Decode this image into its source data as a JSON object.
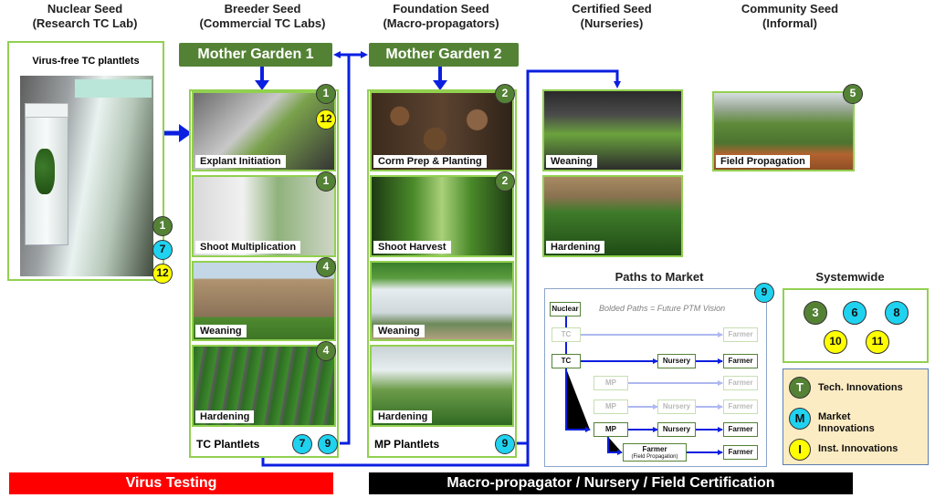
{
  "columns": [
    {
      "title": "Nuclear Seed",
      "subtitle": "(Research TC Lab)"
    },
    {
      "title": "Breeder Seed",
      "subtitle": "(Commercial TC Labs)"
    },
    {
      "title": "Foundation Seed",
      "subtitle": "(Macro-propagators)"
    },
    {
      "title": "Certified Seed",
      "subtitle": "(Nurseries)"
    },
    {
      "title": "Community Seed",
      "subtitle": "(Informal)"
    }
  ],
  "nuclear": {
    "title": "Virus-free TC plantlets",
    "badges": [
      "1",
      "7",
      "12"
    ]
  },
  "mother_gardens": [
    "Mother Garden 1",
    "Mother Garden 2"
  ],
  "breeder_steps": [
    {
      "label": "Explant Initiation",
      "badges": [
        "1",
        "12"
      ]
    },
    {
      "label": "Shoot Multiplication",
      "badges": [
        "1"
      ]
    },
    {
      "label": "Weaning",
      "badges": [
        "4"
      ]
    },
    {
      "label": "Hardening",
      "badges": [
        "4"
      ]
    }
  ],
  "breeder_output": {
    "label": "TC Plantlets",
    "badges": [
      "7",
      "9"
    ]
  },
  "foundation_steps": [
    {
      "label": "Corm Prep & Planting",
      "badges": [
        "2"
      ]
    },
    {
      "label": "Shoot Harvest",
      "badges": [
        "2"
      ]
    },
    {
      "label": "Weaning",
      "badges": []
    },
    {
      "label": "Hardening",
      "badges": []
    }
  ],
  "foundation_output": {
    "label": "MP Plantlets",
    "badges": [
      "9"
    ]
  },
  "certified_steps": [
    {
      "label": "Weaning"
    },
    {
      "label": "Hardening"
    }
  ],
  "community": {
    "label": "Field Propagation",
    "badge": "5"
  },
  "paths_to_market": {
    "title": "Paths to Market",
    "badge": "9",
    "note": "Bolded Paths = Future PTM Vision",
    "nodes": {
      "nuclear": "Nuclear",
      "tc": "TC",
      "mp": "MP",
      "nursery": "Nursery",
      "farmer": "Farmer",
      "farmer_field": "Farmer",
      "farmer_field_sub": "(Field Propagation)"
    }
  },
  "systemwide": {
    "title": "Systemwide",
    "badges": [
      "3",
      "6",
      "8",
      "10",
      "11"
    ]
  },
  "legend": [
    {
      "letter": "T",
      "text": "Tech. Innovations",
      "color": "#548235"
    },
    {
      "letter": "M",
      "text": "Market Innovations",
      "color": "#1fd2f0"
    },
    {
      "letter": "I",
      "text": "Inst. Innovations",
      "color": "#ffff00"
    }
  ],
  "bars": {
    "virus_testing": "Virus Testing",
    "certification": "Macro-propagator / Nursery / Field Certification"
  },
  "colors": {
    "green": "#548235",
    "light_green": "#92d050",
    "cyan": "#1fd2f0",
    "yellow": "#ffff00",
    "blue": "#0b1fe0",
    "red": "#ff0000"
  }
}
